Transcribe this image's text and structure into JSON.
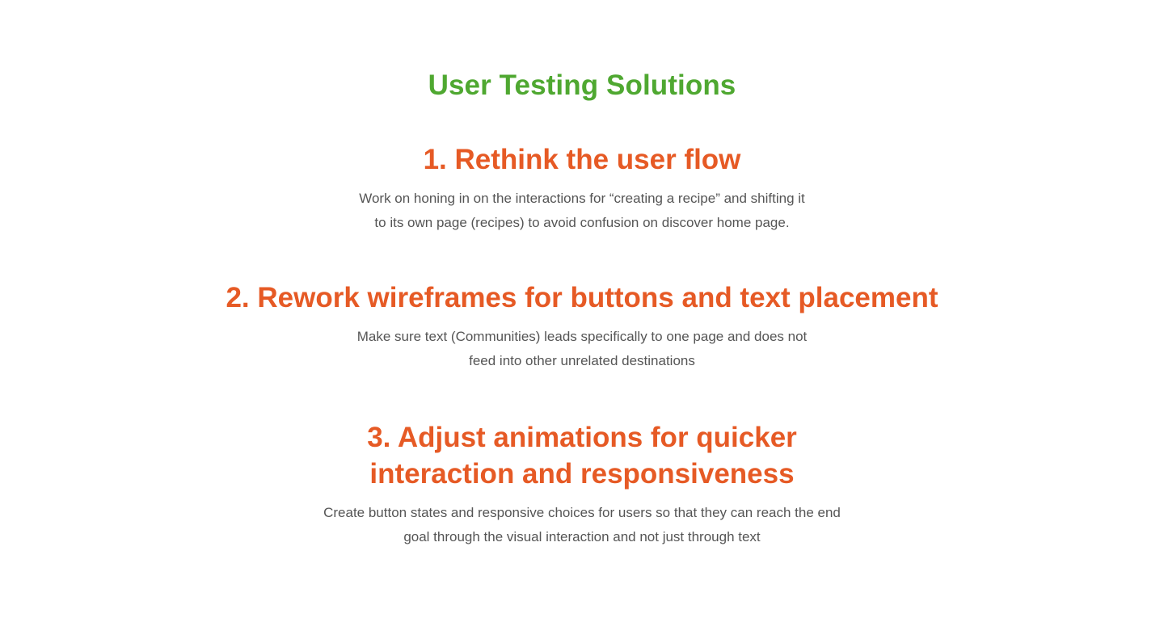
{
  "page": {
    "title": "User Testing Solutions",
    "accent_title_color": "#4fa831",
    "accent_heading_color": "#e65a25",
    "body_text_color": "#555555"
  },
  "sections": [
    {
      "heading": "1. Rethink the user flow",
      "body_lines": [
        "Work on honing in on the interactions for “creating a recipe” and shifting it",
        "to its own page (recipes) to avoid confusion on discover home page."
      ]
    },
    {
      "heading": "2. Rework wireframes for buttons and text placement",
      "body_lines": [
        "Make sure text (Communities) leads specifically to one page and does not",
        "feed into other unrelated destinations"
      ]
    },
    {
      "heading_lines": [
        "3. Adjust animations for quicker",
        "interaction and responsiveness"
      ],
      "body_lines": [
        "Create button states and responsive choices for users so that they can reach the end",
        "goal through the visual interaction and not just through text"
      ]
    }
  ]
}
